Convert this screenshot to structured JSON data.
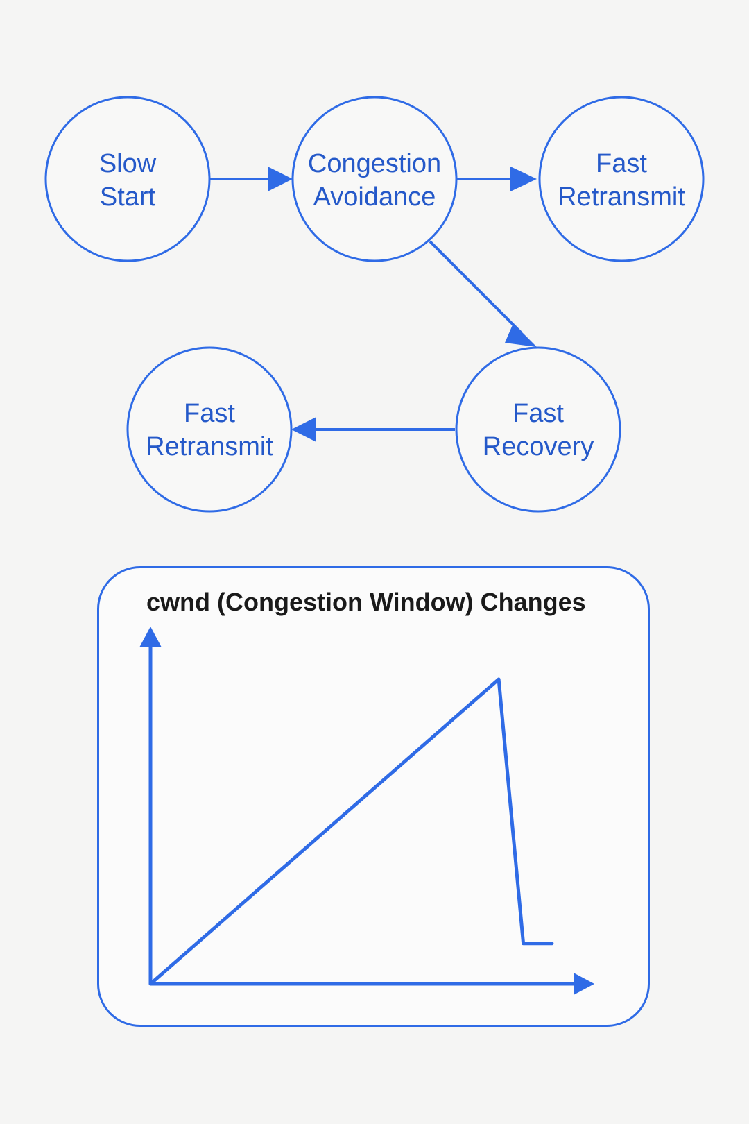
{
  "colors": {
    "accent": "#2f6be6",
    "node_text": "#2559c9",
    "title_text": "#1a1a1a",
    "background": "#f5f5f4"
  },
  "diagram": {
    "nodes": [
      {
        "id": "slow-start",
        "lines": [
          "Slow",
          "Start"
        ]
      },
      {
        "id": "congestion-avoidance",
        "lines": [
          "Congestion",
          "Avoidance"
        ]
      },
      {
        "id": "fast-retransmit-top",
        "lines": [
          "Fast",
          "Retransmit"
        ]
      },
      {
        "id": "fast-recovery",
        "lines": [
          "Fast",
          "Recovery"
        ]
      },
      {
        "id": "fast-retransmit-bottom",
        "lines": [
          "Fast",
          "Retransmit"
        ]
      }
    ],
    "edges": [
      {
        "from": "slow-start",
        "to": "congestion-avoidance"
      },
      {
        "from": "congestion-avoidance",
        "to": "fast-retransmit-top"
      },
      {
        "from": "congestion-avoidance",
        "to": "fast-recovery"
      },
      {
        "from": "fast-recovery",
        "to": "fast-retransmit-bottom"
      }
    ]
  },
  "chart_data": {
    "type": "line",
    "title": "cwnd (Congestion Window) Changes",
    "xlabel": "",
    "ylabel": "",
    "grid": false,
    "series": [
      {
        "x": [
          0,
          8.5,
          9.1,
          9.8
        ],
        "values": [
          0,
          8.3,
          1.1,
          1.1
        ]
      }
    ],
    "xlim": [
      0,
      10.8
    ],
    "ylim": [
      0,
      9.7
    ]
  }
}
